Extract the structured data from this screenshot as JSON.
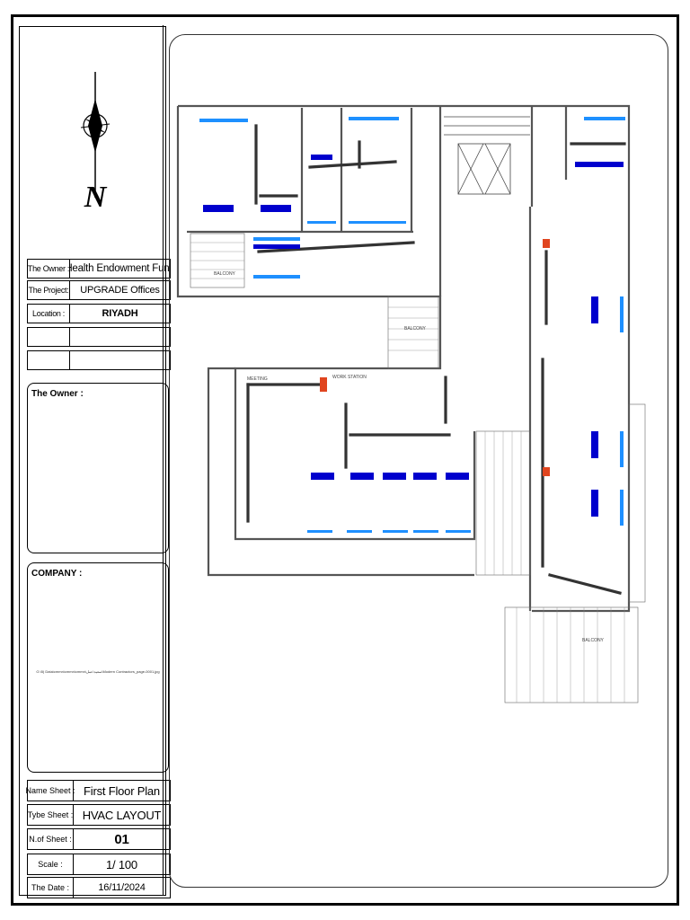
{
  "title_block": {
    "north_letter": "N",
    "owner": {
      "label": "The Owner :",
      "value": "Health Endowment Fund"
    },
    "project": {
      "label": "The Project:",
      "value": "UPGRADE Offices"
    },
    "location": {
      "label": "Location :",
      "value": "RIYADH"
    },
    "owner_panel": {
      "title": "The Owner :"
    },
    "company_panel": {
      "title": "COMPANY :",
      "image_path": "G:\\5) Data\\cmmn\\cmmn\\cmmn\\سعيد\\عمل\\Modern Contractors_page-0001.jpg"
    },
    "name_sheet": {
      "label": "Name Sheet :",
      "value": "First Floor Plan"
    },
    "type_sheet": {
      "label": "Tybe Sheet :",
      "value": "HVAC LAYOUT"
    },
    "sheet_no": {
      "label": "N.of  Sheet :",
      "value": "01"
    },
    "scale": {
      "label": "Scale :",
      "value": "1/ 100"
    },
    "date": {
      "label": "The Date :",
      "value": "16/11/2024"
    }
  },
  "plan": {
    "balcony_labels": [
      "BALCONY",
      "BALCONY",
      "BALCONY"
    ],
    "work_station": "WORK STATION",
    "meeting": "MEETING",
    "colors": {
      "duct": "#333333",
      "supply": "#1e90ff",
      "unit": "#0000cd",
      "equipment": "#e0451f",
      "wall": "#555555"
    }
  }
}
